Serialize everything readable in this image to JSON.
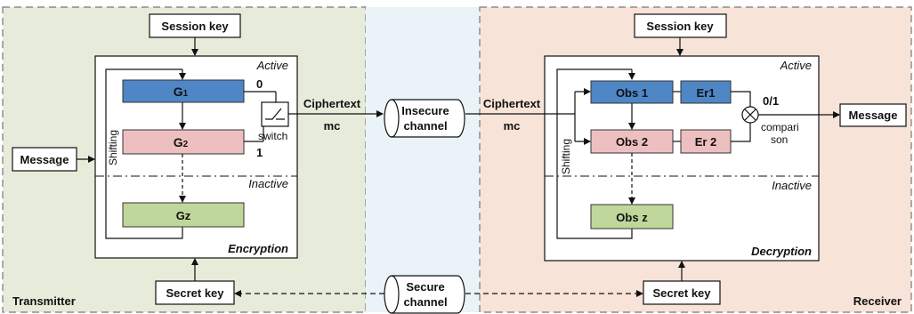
{
  "transmitter": {
    "label": "Transmitter",
    "session_key": "Session key",
    "secret_key": "Secret key",
    "message": "Message",
    "active": "Active",
    "inactive": "Inactive",
    "shifting": "Shifting",
    "encryption": "Encryption",
    "g1": {
      "base": "G",
      "sub": "1"
    },
    "g2": {
      "base": "G",
      "sub": "2"
    },
    "gz": "Gz",
    "bit0": "0",
    "bit1": "1",
    "switch": "switch",
    "ciphertext": "Ciphertext",
    "mc": "mc"
  },
  "channels": {
    "insecure": [
      "Insecure",
      "channel"
    ],
    "secure": [
      "Secure",
      "channel"
    ]
  },
  "receiver": {
    "label": "Receiver",
    "session_key": "Session key",
    "secret_key": "Secret key",
    "message": "Message",
    "active": "Active",
    "inactive": "Inactive",
    "shifting": "Shifting",
    "decryption": "Decryption",
    "obs1": "Obs 1",
    "obs2": "Obs 2",
    "obsz": "Obs z",
    "er1": "Er1",
    "er2": "Er 2",
    "ciphertext": "Ciphertext",
    "mc": "mc",
    "bits": "0/1",
    "comparison": [
      "compari",
      "son"
    ]
  },
  "colors": {
    "transmitter_bg": "#e6ecd9",
    "receiver_bg": "#f8e3d8",
    "channel_bg": "#eaf3f7",
    "g1_fill": "#4f86c6",
    "g2_fill": "#eebfc0",
    "gz_fill": "#bfd79a"
  }
}
